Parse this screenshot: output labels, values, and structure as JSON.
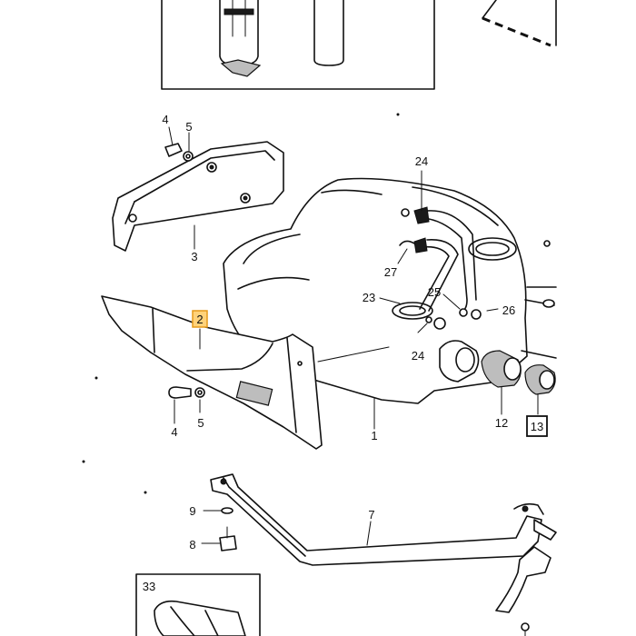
{
  "diagram": {
    "part_labels": {
      "p1": "1",
      "p2": "2",
      "p3": "3",
      "p4a": "4",
      "p4b": "4",
      "p5a": "5",
      "p5b": "5",
      "p7": "7",
      "p8": "8",
      "p9": "9",
      "p12": "12",
      "p13": "13",
      "p23": "23",
      "p24a": "24",
      "p24b": "24",
      "p25": "25",
      "p26": "26",
      "p27": "27",
      "p33": "33"
    },
    "highlighted_label": "2",
    "boxed_label": "13",
    "highlight_color": "#ffd27a",
    "highlight_border": "#e69a1a"
  }
}
